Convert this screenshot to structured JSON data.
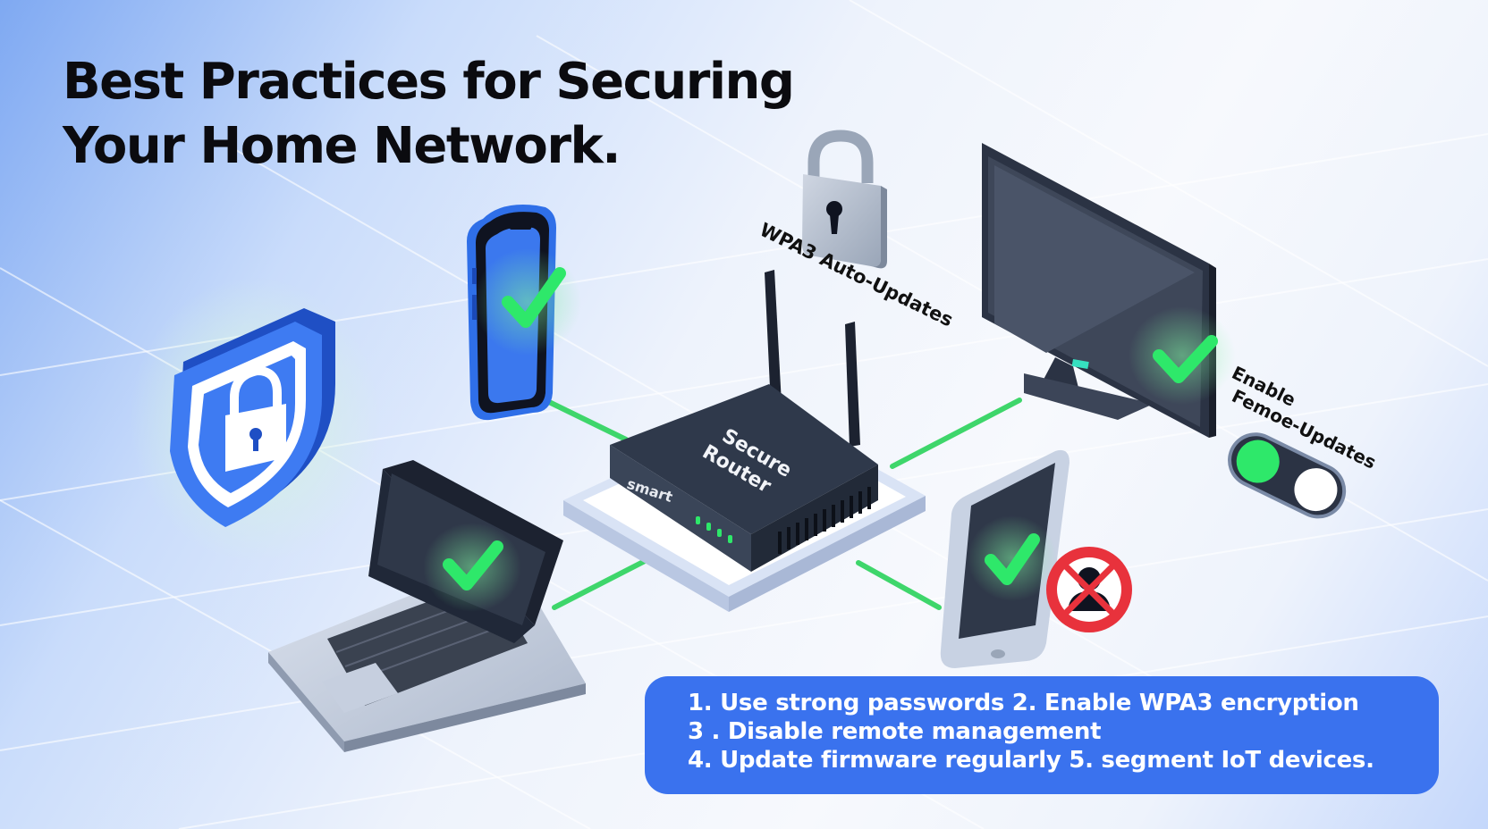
{
  "title": {
    "line1": "Best Practices for Securing",
    "line2": "Your Home Network."
  },
  "router": {
    "label_line1": "Secure",
    "label_line2": "Router",
    "brand": "smart"
  },
  "labels": {
    "lock_caption": "WPA3 Auto-Updates",
    "toggle_line1": "Enable",
    "toggle_line2": "Femoe-Updates"
  },
  "practices": {
    "line1": "1. Use strong passwords 2. Enable WPA3 encryption",
    "line2": "3 . Disable remote management",
    "line3": "4. Update firmware regularly 5. segment IoT devices."
  },
  "icons": {
    "shield": "shield-lock-icon",
    "lock": "padlock-icon",
    "check": "checkmark-icon",
    "blocked": "blocked-user-icon",
    "toggle": "toggle-switch-icon"
  },
  "colors": {
    "accent_blue": "#3a72ee",
    "check_green": "#2ee86a",
    "link_green": "#3ed66b",
    "device_dark": "#2b3344",
    "block_red": "#e8323c",
    "info_box": "#3a72ee"
  }
}
